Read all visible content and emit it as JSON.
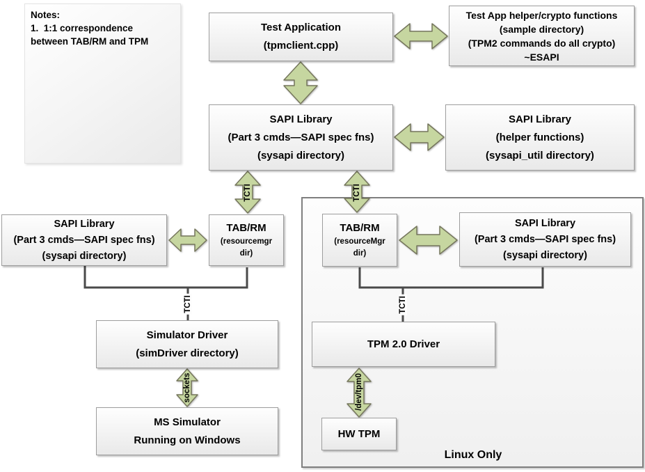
{
  "notes": {
    "title": "Notes:",
    "line1": "1.  1:1 correspondence",
    "line2": "between TAB/RM and TPM"
  },
  "boxes": {
    "test_application": {
      "lines": [
        "Test Application",
        "(tpmclient.cpp)"
      ]
    },
    "test_app_helper": {
      "lines": [
        "Test App helper/crypto functions",
        "(sample directory)",
        "(TPM2 commands do all crypto)",
        "~ESAPI"
      ]
    },
    "sapi_library_main": {
      "lines": [
        "SAPI Library",
        "(Part 3 cmds—SAPI spec fns)",
        "(sysapi directory)"
      ]
    },
    "sapi_library_helper": {
      "lines": [
        "SAPI Library",
        "(helper functions)",
        "(sysapi_util directory)"
      ]
    },
    "sapi_library_left": {
      "lines": [
        "SAPI Library",
        "(Part 3 cmds—SAPI spec fns)",
        "(sysapi directory)"
      ]
    },
    "tab_rm_left": {
      "lines": [
        "TAB/RM",
        "(resourcemgr",
        "dir)"
      ]
    },
    "tab_rm_right": {
      "lines": [
        "TAB/RM",
        "(resourceMgr",
        "dir)"
      ]
    },
    "sapi_library_right": {
      "lines": [
        "SAPI Library",
        "(Part 3 cmds—SAPI spec fns)",
        "(sysapi directory)"
      ]
    },
    "simulator_driver": {
      "lines": [
        "Simulator Driver",
        "(simDriver directory)"
      ]
    },
    "ms_simulator": {
      "lines": [
        "MS Simulator",
        "Running on Windows"
      ]
    },
    "tpm20_driver": {
      "lines": [
        "TPM 2.0 Driver"
      ]
    },
    "hw_tpm": {
      "lines": [
        "HW TPM"
      ]
    }
  },
  "labels": {
    "tcti_sapi_to_tabrm_left": "TCTI",
    "tcti_sapi_to_tabrm_right": "TCTI",
    "tcti_to_simulator_driver": "TCTI",
    "tcti_to_tpm_driver": "TCTI",
    "sockets": "sockets",
    "dev_tpm0": "/dev/tpm0",
    "linux_only": "Linux Only"
  },
  "colors": {
    "arrow_fill": "#c6d6a0",
    "arrow_stroke": "#75765c",
    "connector": "#4a4a4a",
    "box_border": "#9d9d9d"
  }
}
